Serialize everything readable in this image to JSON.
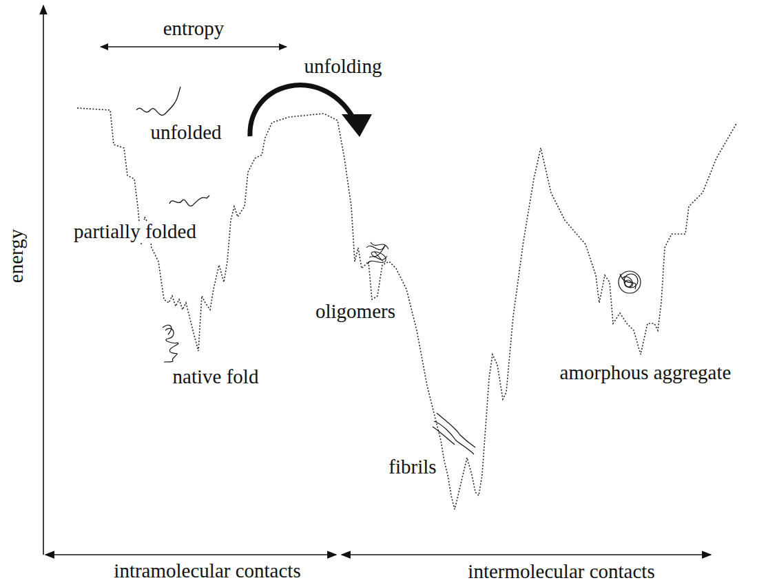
{
  "diagram": {
    "labels": [
      "entropy",
      "unfolding",
      "unfolded",
      "partially folded",
      "energy",
      "oligomers",
      "native fold",
      "amorphous aggregate",
      "fibrils",
      "intramolecular contacts",
      "intermolecular contacts"
    ]
  }
}
